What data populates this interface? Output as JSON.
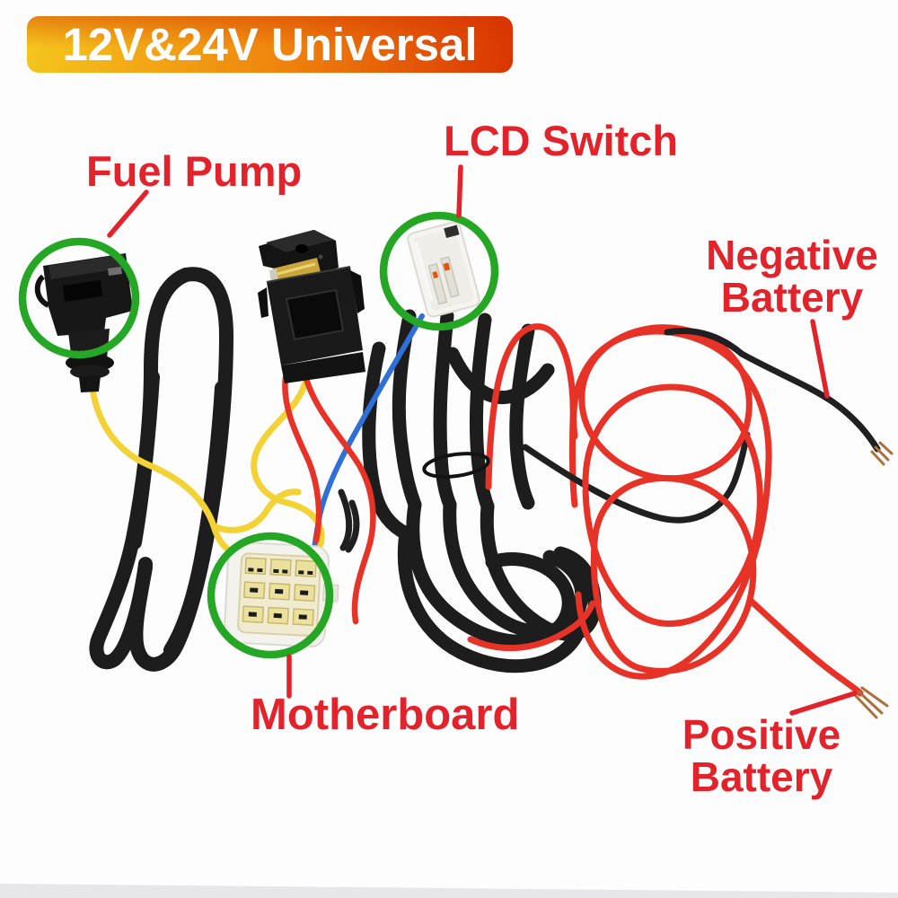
{
  "banner": {
    "text": "12V&24V Universal"
  },
  "callouts": {
    "fuel_pump": {
      "label": "Fuel Pump"
    },
    "lcd_switch": {
      "label": "LCD Switch"
    },
    "negative_battery": {
      "line1": "Negative",
      "line2": "Battery"
    },
    "motherboard": {
      "label": "Motherboard"
    },
    "positive_battery": {
      "line1": "Positive",
      "line2": "Battery"
    }
  },
  "colors": {
    "label_red": "#e2232b",
    "circle_green": "#25a625",
    "banner_yellow": "#f5c71d",
    "banner_orange": "#ef810c",
    "banner_red": "#da3502",
    "banner_text": "#ffffff",
    "wire_red": "#e73227",
    "wire_yellow": "#f2d235",
    "wire_blue": "#2f6fd8",
    "wire_black": "#202020",
    "sheath_black": "#1d1d1d",
    "connector_black": "#171717",
    "connector_white": "#f5f4f0",
    "pin_cream": "#ebe09e",
    "fuse_yellow": "#c9a63c",
    "copper": "#a9713d"
  }
}
